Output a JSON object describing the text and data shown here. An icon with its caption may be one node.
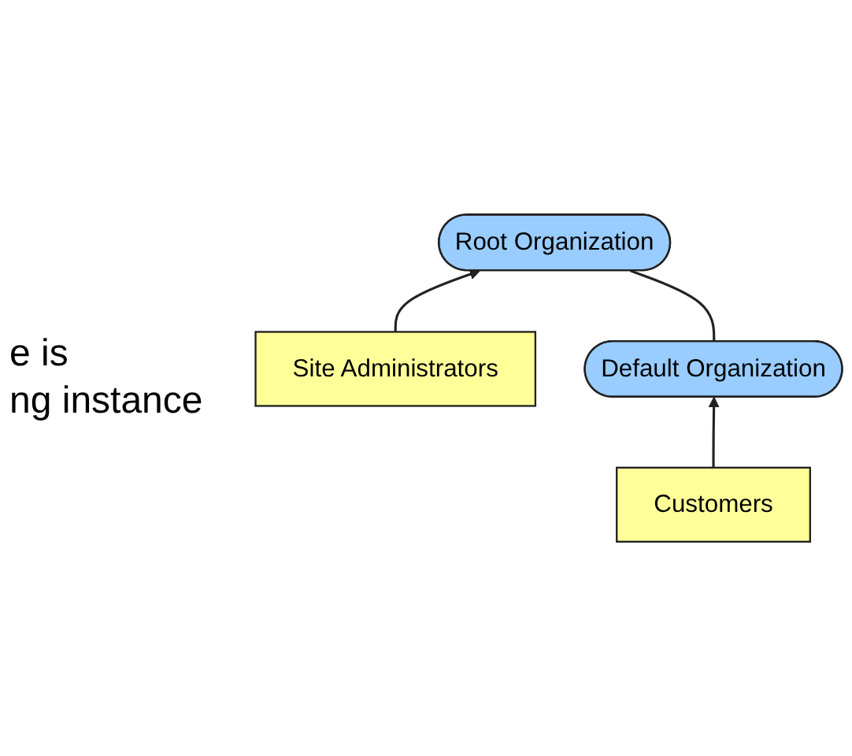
{
  "diagram": {
    "nodes": [
      {
        "text": [
          "Root Organization"
        ]
      },
      {
        "text": [
          "Site Administrators"
        ]
      },
      {
        "text": [
          "Default Organization"
        ]
      },
      {
        "text": [
          "Customers"
        ]
      }
    ],
    "edges": [
      {
        "from": 1,
        "to": 0,
        "arrow": "to"
      },
      {
        "from": 2,
        "to": 0,
        "arrow": "none"
      },
      {
        "from": 3,
        "to": 2,
        "arrow": "to"
      }
    ],
    "labels": [
      "e is",
      "ng instance"
    ]
  }
}
